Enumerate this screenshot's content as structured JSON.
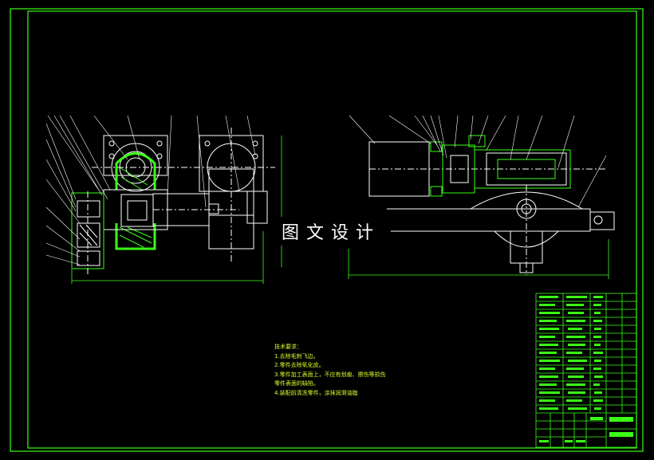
{
  "watermark": {
    "title": "图文设计"
  },
  "notes": {
    "heading": "技术要求：",
    "items": [
      "1.去除毛刺飞边。",
      "2.零件去除氧化皮。",
      "3.零件加工表面上，不应有划痕、擦伤等损伤",
      "零件表面的缺陷。",
      "4.装配前清洗零件，涂抹润滑油脂"
    ]
  },
  "colors": {
    "background": "#000000",
    "frame": "#39ff14",
    "outline": "#ffffff",
    "part_highlight": "#39ff14",
    "dimension": "#39ff14",
    "notes_text": "#d8ff2a"
  }
}
